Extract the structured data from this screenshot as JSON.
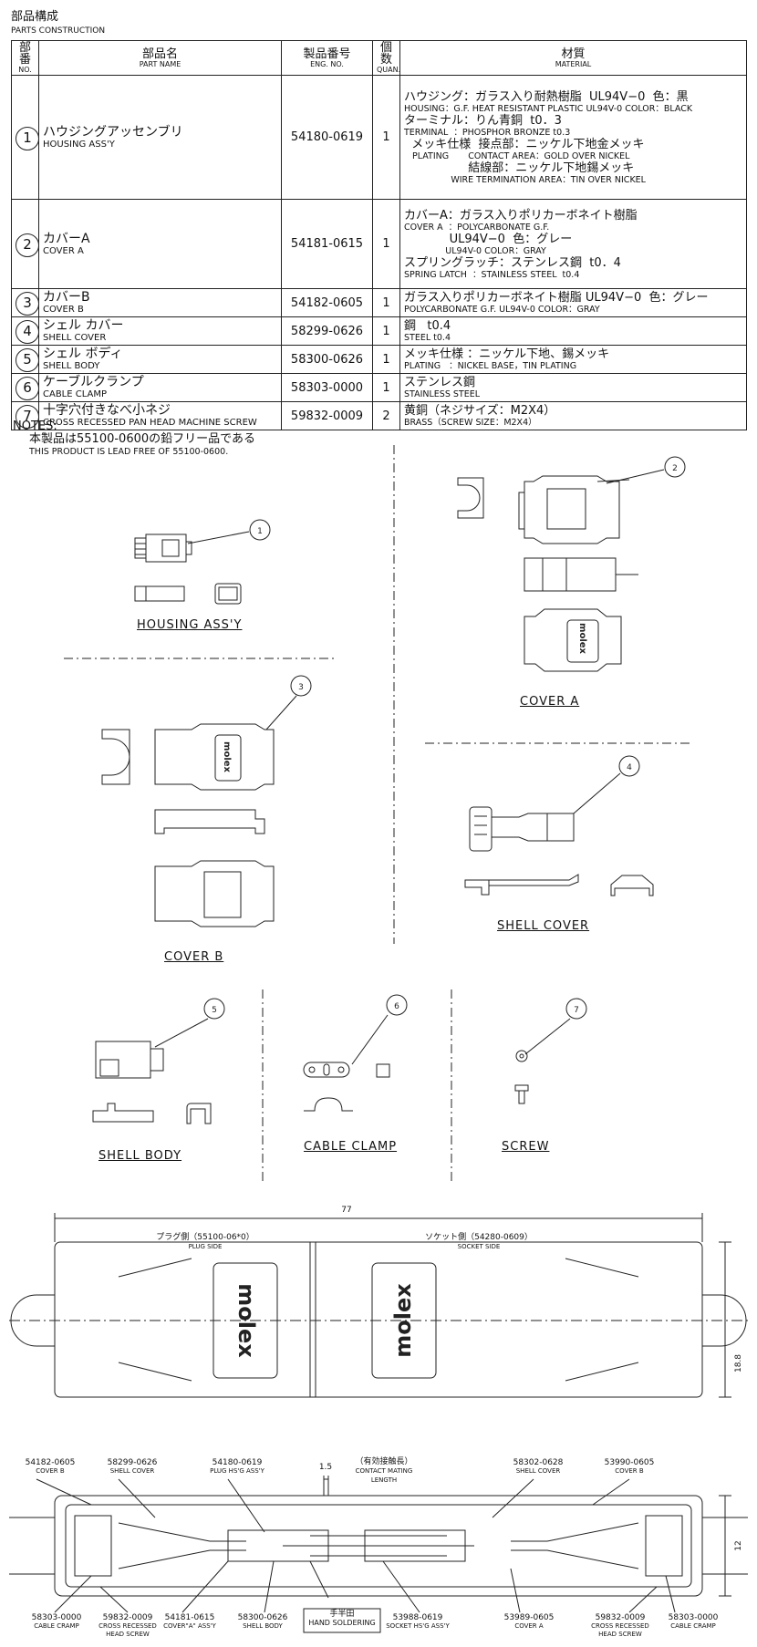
{
  "header": {
    "title_jp": "部品構成",
    "title_en": "PARTS CONSTRUCTION"
  },
  "table": {
    "columns": {
      "no": {
        "jp": "部番",
        "en": "NO."
      },
      "name": {
        "jp": "部品名",
        "en": "PART NAME"
      },
      "eng": {
        "jp": "製品番号",
        "en": "ENG. NO."
      },
      "qty": {
        "jp": "個数",
        "en": "QUAN."
      },
      "mat": {
        "jp": "材質",
        "en": "MATERIAL"
      }
    },
    "rows": [
      {
        "no": "1",
        "name_jp": "ハウジングアッセンブリ",
        "name_en": "HOUSING ASS'Y",
        "eng": "54180-0619",
        "qty": "1",
        "mat": [
          {
            "c": "j",
            "t": "ハウジング：ガラス入り耐熱樹脂  UL94V−0  色：黒"
          },
          {
            "c": "e",
            "t": "HOUSING：G.F. HEAT RESISTANT PLASTIC UL94V-0 COLOR：BLACK"
          },
          {
            "c": "j",
            "t": "ターミナル：りん青銅  t0．3"
          },
          {
            "c": "e",
            "t": "TERMINAL  ：PHOSPHOR BRONZE t0.3"
          },
          {
            "c": "j",
            "t": "  メッキ仕様  接点部：ニッケル下地金メッキ"
          },
          {
            "c": "e",
            "t": "   PLATING       CONTACT AREA：GOLD OVER NICKEL"
          },
          {
            "c": "j",
            "t": "                 結線部：ニッケル下地錫メッキ"
          },
          {
            "c": "e",
            "t": "                 WIRE TERMINATION AREA：TIN OVER NICKEL"
          }
        ]
      },
      {
        "no": "2",
        "name_jp": "カバーA",
        "name_en": "COVER A",
        "eng": "54181-0615",
        "qty": "1",
        "mat": [
          {
            "c": "j",
            "t": "カバーA：ガラス入りポリカーボネイト樹脂"
          },
          {
            "c": "e",
            "t": "COVER A  ：POLYCARBONATE G.F."
          },
          {
            "c": "j",
            "t": "            UL94V−0  色：グレー"
          },
          {
            "c": "e",
            "t": "               UL94V-0 COLOR：GRAY"
          },
          {
            "c": "j",
            "t": "スプリングラッチ：ステンレス鋼  t0．4"
          },
          {
            "c": "e",
            "t": "SPRING LATCH  ：STAINLESS STEEL  t0.4"
          }
        ]
      },
      {
        "no": "3",
        "name_jp": "カバーB",
        "name_en": "COVER B",
        "eng": "54182-0605",
        "qty": "1",
        "mat": [
          {
            "c": "j",
            "t": "ガラス入りポリカーボネイト樹脂 UL94V−0  色：グレー"
          },
          {
            "c": "e",
            "t": "POLYCARBONATE G.F. UL94V-0 COLOR：GRAY"
          }
        ]
      },
      {
        "no": "4",
        "name_jp": "シェル  カバー",
        "name_en": "SHELL COVER",
        "eng": "58299-0626",
        "qty": "1",
        "mat": [
          {
            "c": "j",
            "t": "鋼   t0.4"
          },
          {
            "c": "e",
            "t": "STEEL t0.4"
          }
        ]
      },
      {
        "no": "5",
        "name_jp": "シェル  ボディ",
        "name_en": "SHELL BODY",
        "eng": "58300-0626",
        "qty": "1",
        "mat": [
          {
            "c": "j",
            "t": "メッキ仕様 ：ニッケル下地、錫メッキ"
          },
          {
            "c": "e",
            "t": "PLATING   ：NICKEL BASE，TIN PLATING"
          }
        ]
      },
      {
        "no": "6",
        "name_jp": "ケーブルクランプ",
        "name_en": "CABLE CLAMP",
        "eng": "58303-0000",
        "qty": "1",
        "mat": [
          {
            "c": "j",
            "t": "ステンレス鋼"
          },
          {
            "c": "e",
            "t": "STAINLESS STEEL"
          }
        ]
      },
      {
        "no": "7",
        "name_jp": "十字穴付きなべ小ネジ",
        "name_en": "CROSS RECESSED PAN HEAD MACHINE SCREW",
        "eng": "59832-0009",
        "qty": "2",
        "mat": [
          {
            "c": "j",
            "t": "黄銅（ネジサイズ：M2X4）"
          },
          {
            "c": "e",
            "t": "BRASS（SCREW SIZE：M2X4）"
          }
        ]
      }
    ]
  },
  "notes": {
    "heading": "NOTES:",
    "jp": "本製品は55100-0600の鉛フリー品である",
    "en": "THIS PRODUCT IS LEAD FREE OF 55100-0600."
  },
  "views": {
    "housing": "HOUSING ASS'Y",
    "cover_a": "COVER A",
    "cover_b": "COVER B",
    "shell_cover": "SHELL COVER",
    "shell_body": "SHELL BODY",
    "cable_clamp": "CABLE CLAMP",
    "screw": "SCREW"
  },
  "callouts": [
    "1",
    "2",
    "3",
    "4",
    "5",
    "6",
    "7"
  ],
  "logo": "molex",
  "assembly": {
    "plug_side_jp": "プラグ側（55100-06*0）",
    "plug_side_en": "PLUG SIDE",
    "socket_side_jp": "ソケット側（54280-0609）",
    "socket_side_en": "SOCKET SIDE",
    "dim_length": "77",
    "dim_height_top": "18.8",
    "dim_height_bottom": "12",
    "dim_contact": "1.5",
    "contact_jp": "（有効接触長）",
    "contact_en": "CONTACT MATING LENGTH",
    "top_labels": [
      {
        "no": "54182-0605",
        "name": "COVER B"
      },
      {
        "no": "58299-0626",
        "name": "SHELL COVER"
      },
      {
        "no": "54180-0619",
        "name": "PLUG HS'G ASS'Y"
      },
      {
        "no": "58302-0628",
        "name": "SHELL COVER"
      },
      {
        "no": "53990-0605",
        "name": "COVER B"
      }
    ],
    "bottom_labels": [
      {
        "no": "58303-0000",
        "name": "CABLE CRAMP"
      },
      {
        "no": "59832-0009",
        "name": "CROSS RECESSED HEAD SCREW"
      },
      {
        "no": "54181-0615",
        "name": "COVER\"A\" ASS'Y"
      },
      {
        "no": "58300-0626",
        "name": "SHELL BODY"
      },
      {
        "no": "53988-0619",
        "name": "SOCKET HS'G ASS'Y"
      },
      {
        "no": "53989-0605",
        "name": "COVER A"
      },
      {
        "no": "59832-0009",
        "name": "CROSS RECESSED HEAD SCREW"
      },
      {
        "no": "58303-0000",
        "name": "CABLE CRAMP"
      }
    ],
    "hand_soldering_jp": "手半田",
    "hand_soldering_en": "HAND SOLDERING"
  }
}
